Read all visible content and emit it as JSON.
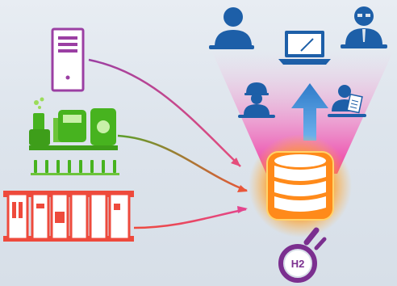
{
  "diagram": {
    "sources": [
      {
        "name": "server",
        "icon": "server-tower-icon",
        "color": "#9b3fa3"
      },
      {
        "name": "production-line",
        "icon": "factory-machinery-icon",
        "color": "#47b31f"
      },
      {
        "name": "plc-controllers",
        "icon": "plc-rack-icon",
        "color": "#ee4a3c"
      }
    ],
    "hub": {
      "icon": "database-icon",
      "glow_color": "#ff8a1a"
    },
    "consumers": [
      {
        "name": "user-top-left",
        "icon": "user-icon"
      },
      {
        "name": "laptop",
        "icon": "laptop-icon"
      },
      {
        "name": "user-top-right",
        "icon": "user-glasses-icon"
      },
      {
        "name": "worker-left",
        "icon": "worker-helmet-icon"
      },
      {
        "name": "worker-right",
        "icon": "worker-document-icon"
      }
    ],
    "logo": {
      "label": "H2",
      "color": "#7b2f8f"
    },
    "colors": {
      "blue": "#1d5fa8",
      "arrow_up": "#3f8fd6",
      "beam": "#f04aa8"
    }
  }
}
